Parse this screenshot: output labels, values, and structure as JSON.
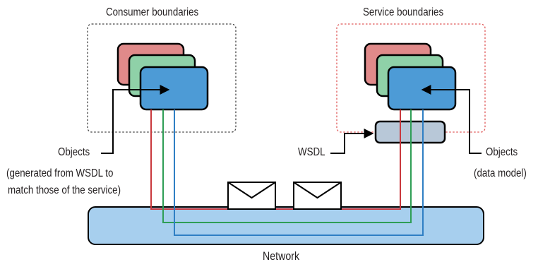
{
  "labels": {
    "consumer_title": "Consumer boundaries",
    "service_title": "Service boundaries",
    "objects_left": "Objects",
    "objects_left_note_1": "(generated from WSDL to",
    "objects_left_note_2": "match those of the service)",
    "wsdl": "WSDL",
    "objects_right": "Objects",
    "objects_right_note": "(data model)",
    "network": "Network"
  },
  "colors": {
    "red_box": "#e08a8a",
    "green_box": "#8fd1a8",
    "blue_box": "#4d9bd6",
    "wsdl_box": "#b8c8d8",
    "network_bar": "#a7cfee",
    "red_line": "#c9383d",
    "green_line": "#2e9e55",
    "blue_line": "#2f7fc4",
    "consumer_border": "#444444",
    "service_border": "#e05a5a"
  },
  "icons": [
    "envelope-icon",
    "envelope-icon"
  ]
}
